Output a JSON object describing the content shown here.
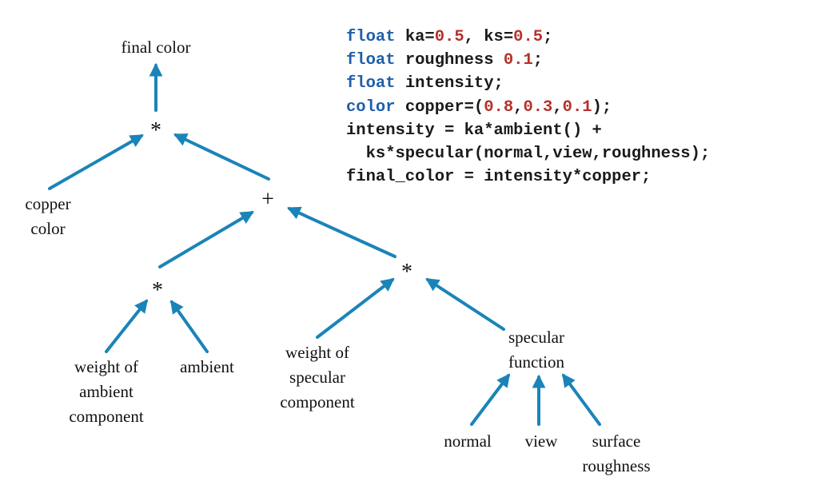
{
  "colors": {
    "arrow": "#1a84b8",
    "keyword": "#1f5fa8",
    "number": "#b4322c",
    "text": "#111111"
  },
  "tree": {
    "final_color": "final color",
    "mult_top": "*",
    "copper_color": [
      "copper",
      "color"
    ],
    "plus": "+",
    "mult_left": "*",
    "mult_right": "*",
    "weight_ambient": [
      "weight of",
      "ambient",
      "component"
    ],
    "ambient": "ambient",
    "weight_specular": [
      "weight of",
      "specular",
      "component"
    ],
    "specular_function": [
      "specular",
      "function"
    ],
    "normal": "normal",
    "view": "view",
    "surface_roughness": [
      "surface",
      "roughness"
    ]
  },
  "code": {
    "line1": [
      "float",
      " ka=",
      "0.5",
      ", ks=",
      "0.5",
      ";"
    ],
    "line2": [
      "float",
      " roughness ",
      "0.1",
      ";"
    ],
    "line3": [
      "float",
      " intensity;"
    ],
    "line4": [
      "color",
      " copper=(",
      "0.8",
      ",",
      "0.3",
      ",",
      "0.1",
      ");"
    ],
    "line5": "intensity = ka*ambient() +",
    "line6": "  ks*specular(normal,view,roughness);",
    "line7": "final_color = intensity*copper;"
  }
}
